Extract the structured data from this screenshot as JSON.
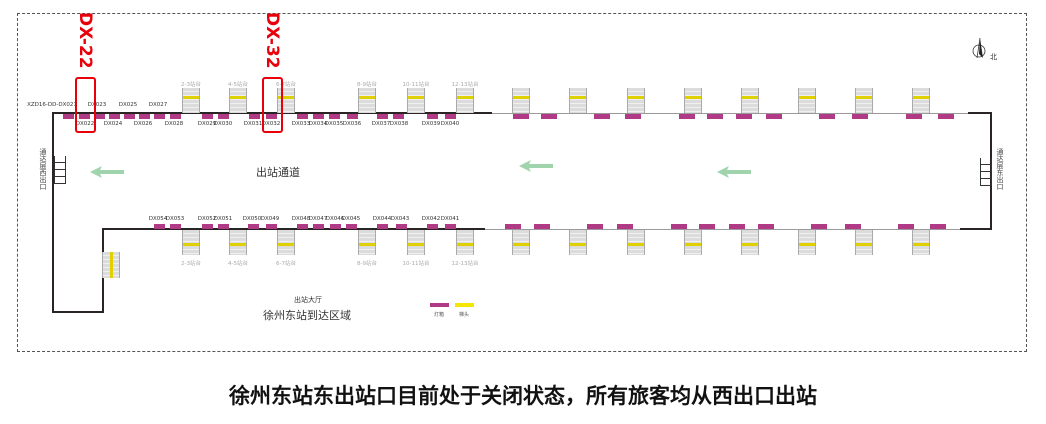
{
  "markers": [
    {
      "label": "DX-22"
    },
    {
      "label": "DX-32"
    }
  ],
  "corridor_label": "出站通道",
  "hall_label": "出站大厅",
  "area_label": "徐州东站到达区域",
  "west_exit": "通达层西出口",
  "east_exit": "通达层东出口",
  "north_label": "北",
  "legend": {
    "lightbox": "灯箱",
    "stairhead": "梯头",
    "lightbox_color": "#b03a86",
    "stairhead_color": "#f5e600"
  },
  "top_labels_above": [
    "XZD16-DD-DX021",
    "DX023",
    "DX025",
    "DX027"
  ],
  "top_labels_below": [
    "DX022",
    "DX024",
    "DX026",
    "DX028",
    "DX029",
    "DX030",
    "DX031",
    "DX032",
    "DX033",
    "DX034",
    "DX035",
    "DX036",
    "DX037",
    "DX038",
    "DX039",
    "DX040"
  ],
  "bottom_labels": [
    "DX054",
    "DX053",
    "DX052",
    "DX051",
    "DX050",
    "DX049",
    "DX048",
    "DX047",
    "DX046",
    "DX045",
    "DX044",
    "DX043",
    "DX042",
    "DX041"
  ],
  "platforms": [
    "2-3站台",
    "4-5站台",
    "6-7站台",
    "8-9站台",
    "10-11站台",
    "12-13站台"
  ],
  "caption": "徐州东站东出站口目前处于关闭状态，所有旅客均从西出口出站"
}
